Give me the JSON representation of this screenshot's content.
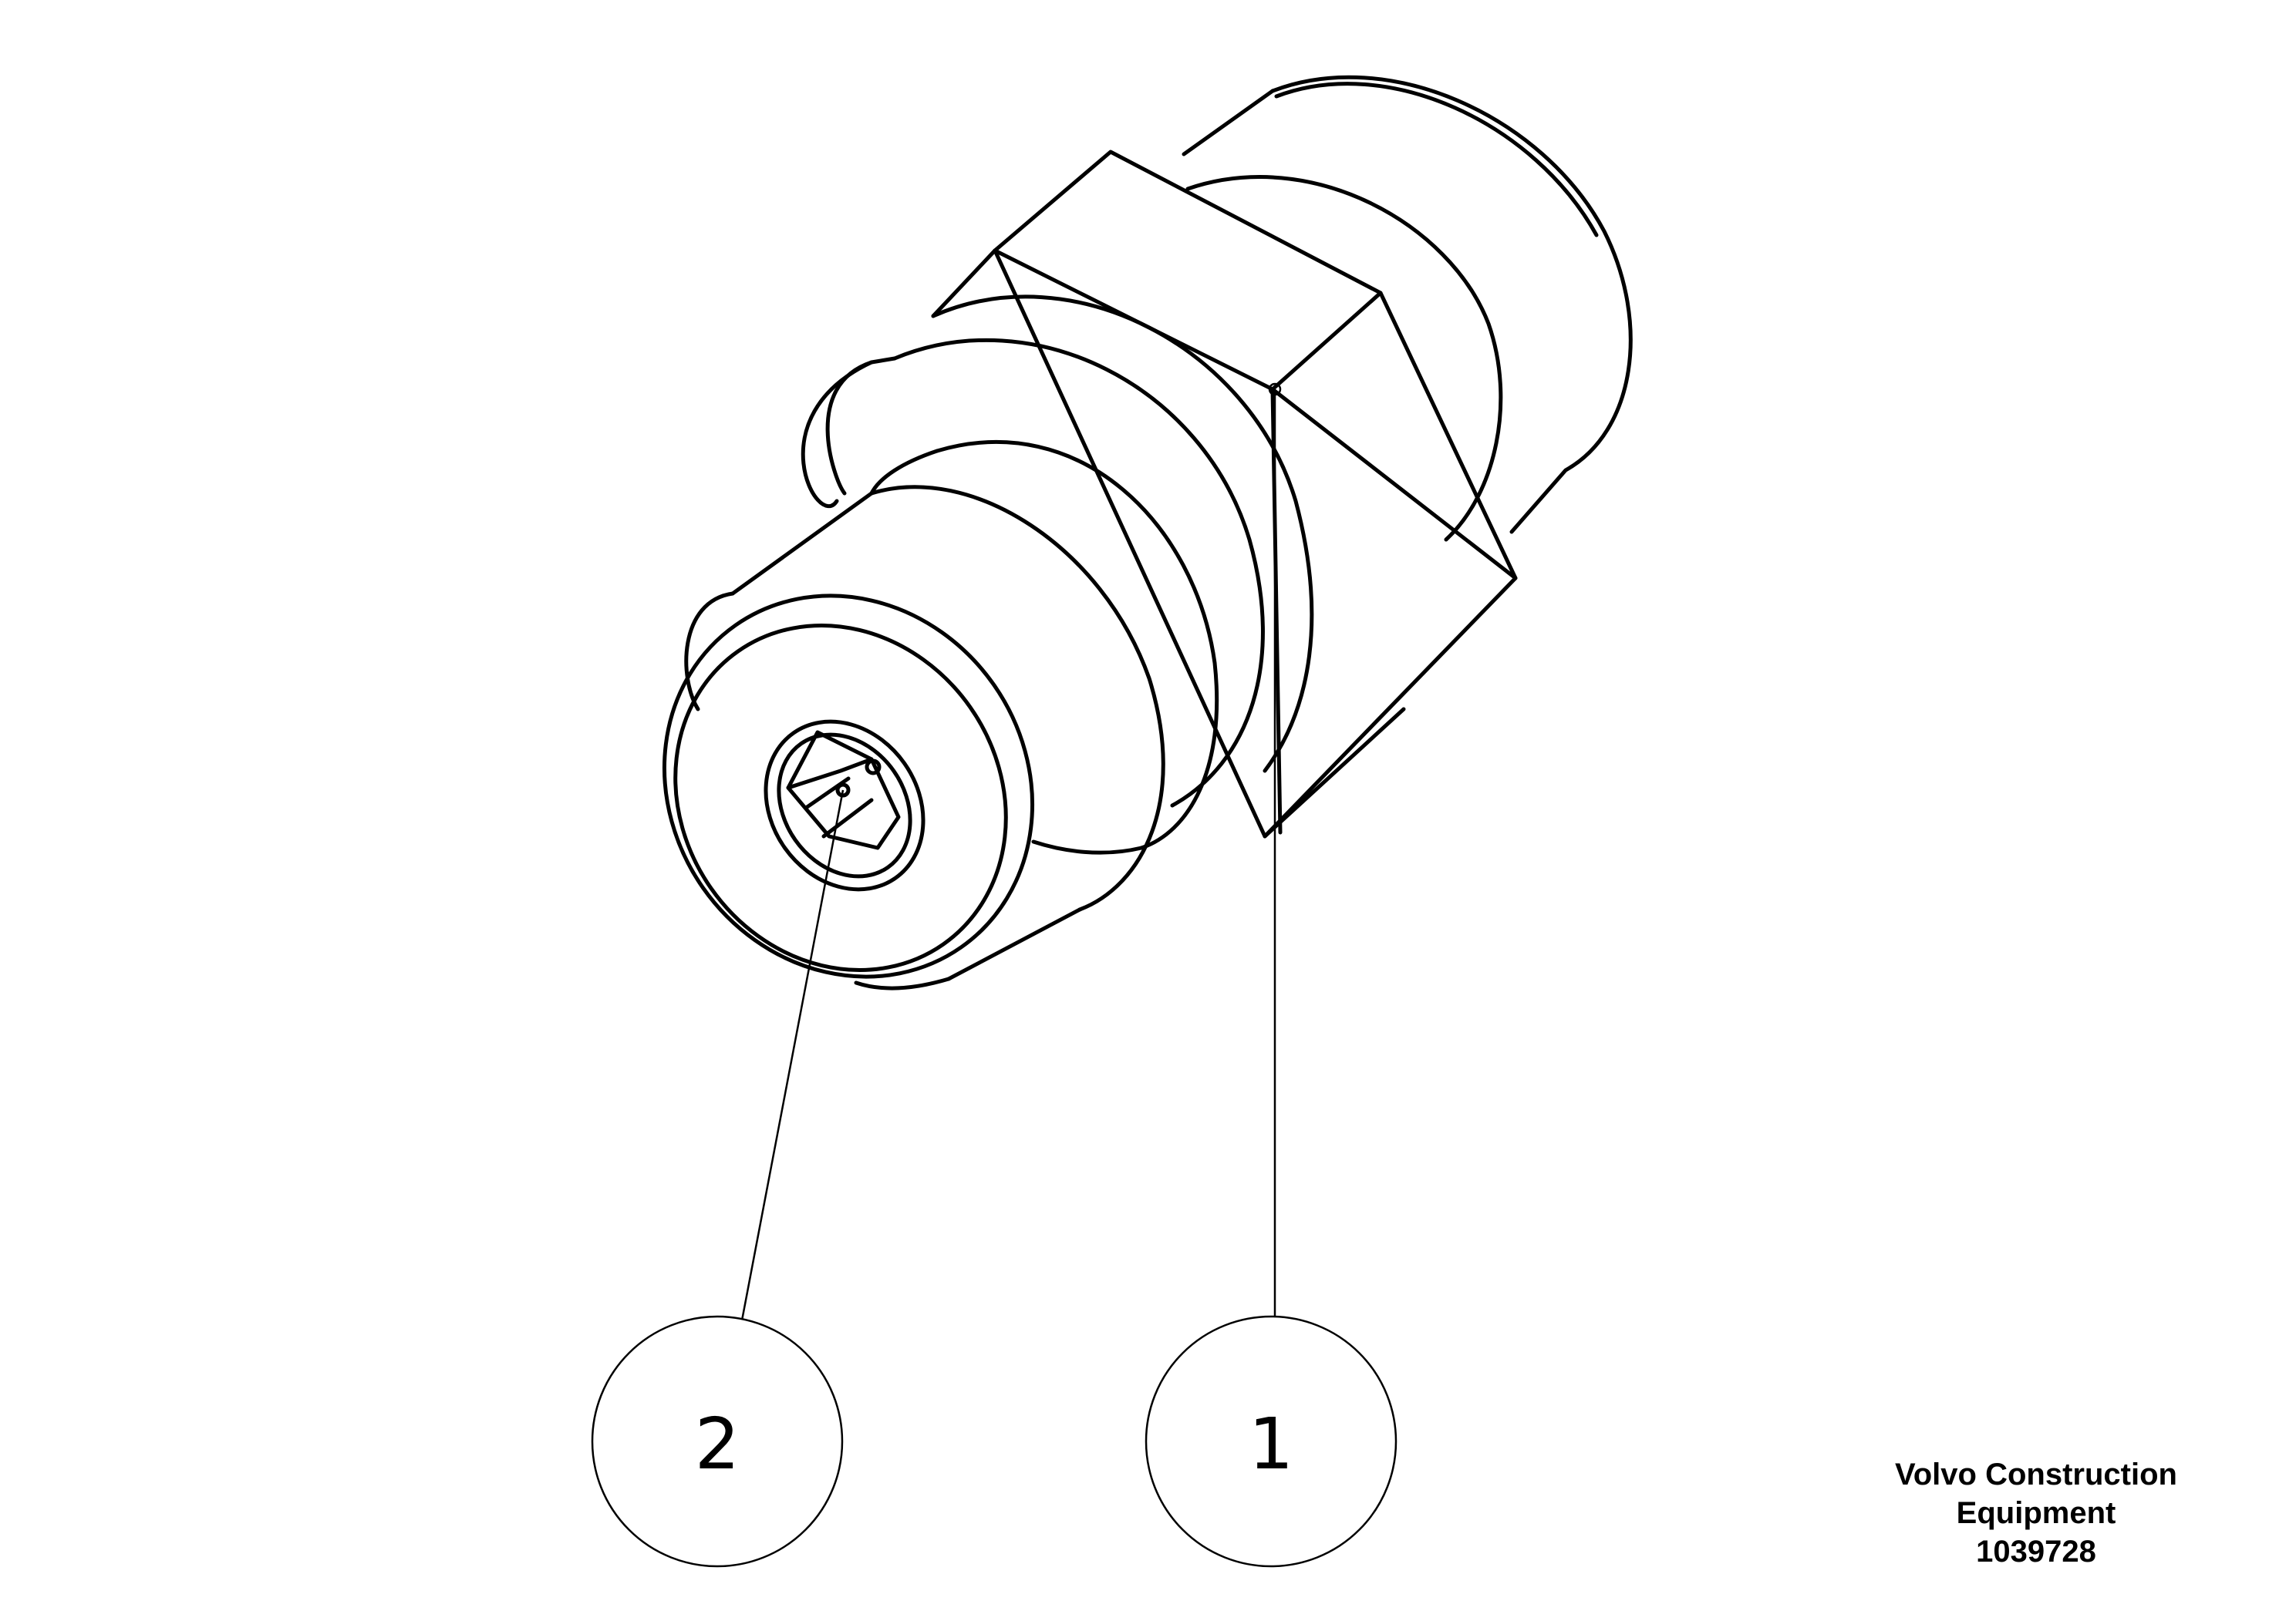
{
  "callouts": [
    {
      "label": "2"
    },
    {
      "label": "1"
    }
  ],
  "footer": {
    "company_line1": "Volvo Construction",
    "company_line2": "Equipment",
    "drawing_number": "1039728"
  }
}
